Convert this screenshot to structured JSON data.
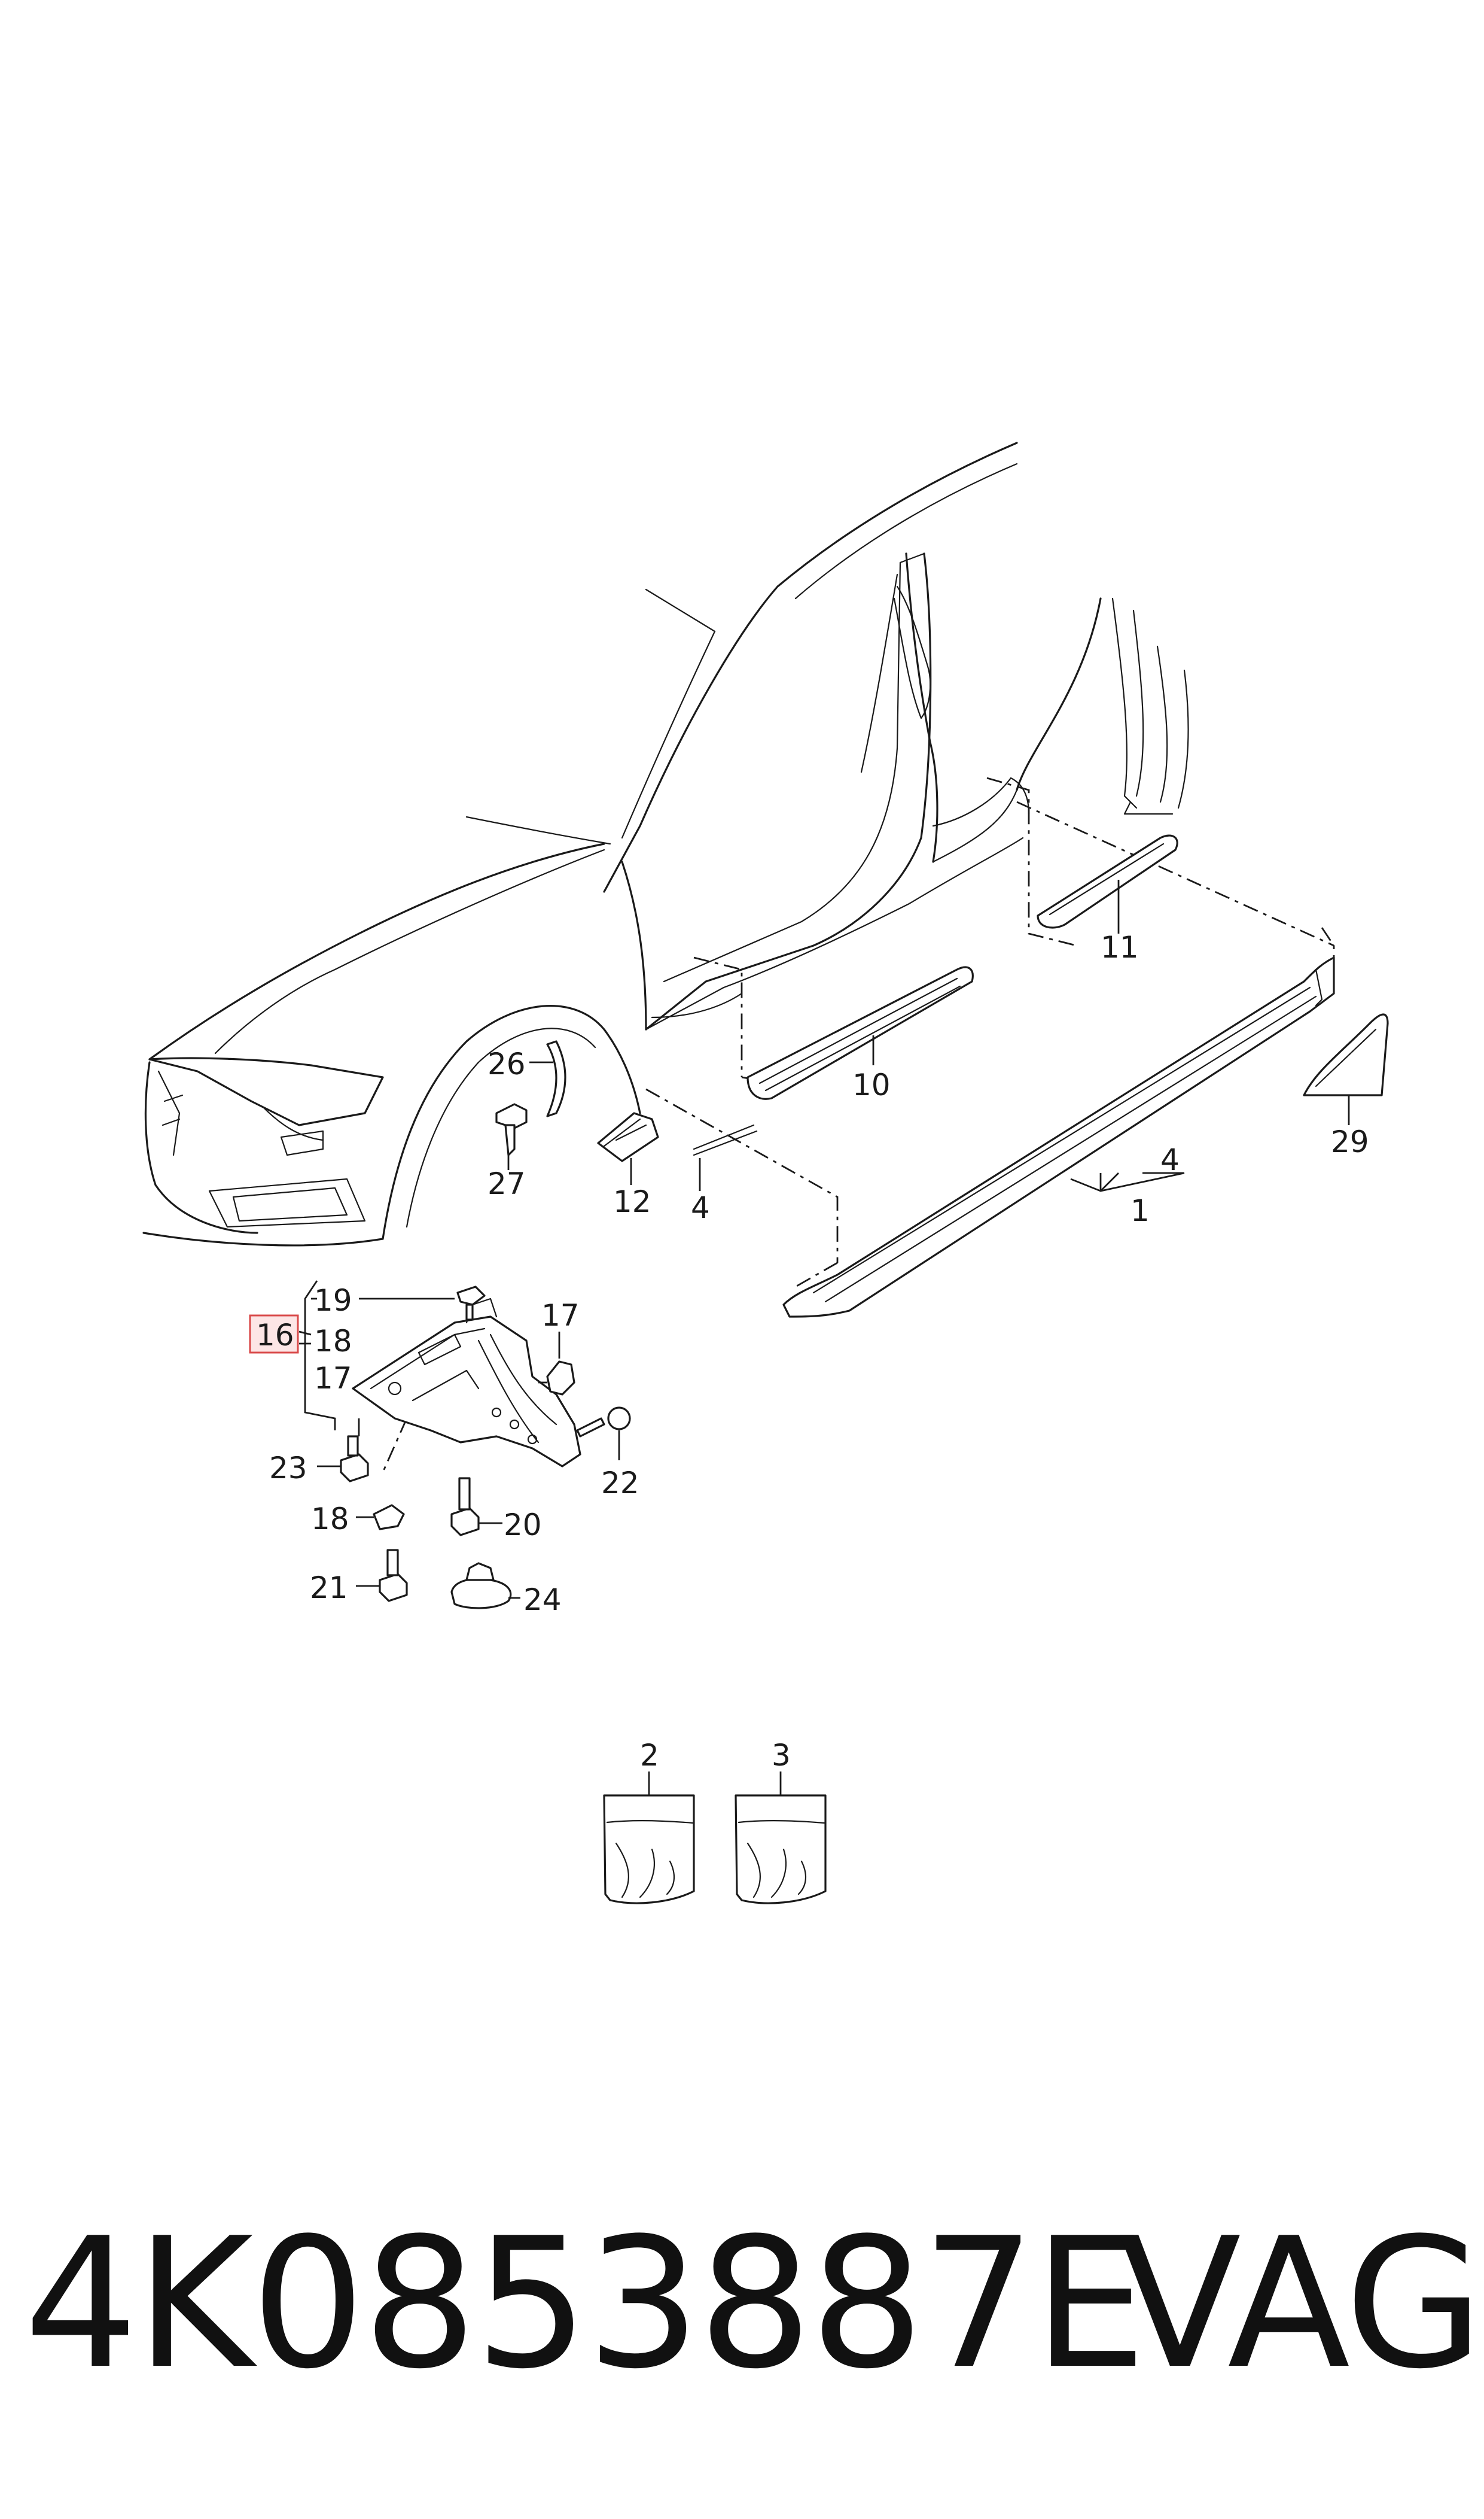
{
  "callouts": {
    "c1": "1",
    "c2": "2",
    "c3": "3",
    "c4a": "4",
    "c4b": "4",
    "c10": "10",
    "c11": "11",
    "c12": "12",
    "c16": "16",
    "c17a": "17",
    "c17b": "17",
    "c18a": "18",
    "c18b": "18",
    "c19": "19",
    "c20": "20",
    "c21": "21",
    "c22": "22",
    "c23": "23",
    "c24": "24",
    "c26": "26",
    "c27": "27",
    "c29": "29"
  },
  "highlighted_callout": "16",
  "colors": {
    "line": "#1a1a1a",
    "highlight_fill": "#fde6e6",
    "highlight_stroke": "#d94a4a"
  },
  "footer": {
    "part_number": "4K0853887E",
    "brand": "VAG"
  }
}
